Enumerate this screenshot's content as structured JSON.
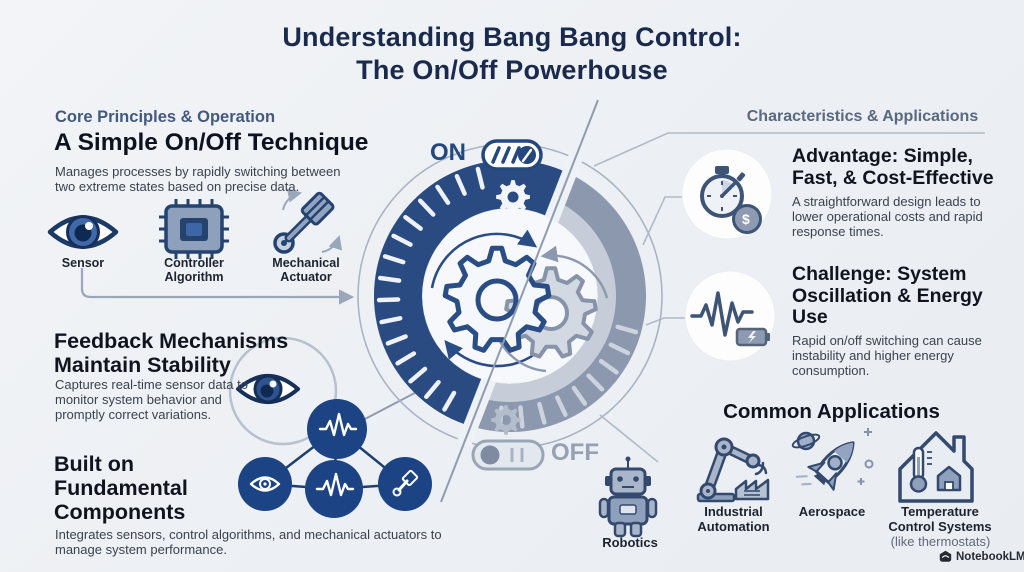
{
  "title": {
    "line1": "Understanding Bang Bang Control:",
    "line2": "The On/Off Powerhouse"
  },
  "left": {
    "section_header": "Core Principles & Operation",
    "simple": {
      "heading": "A Simple On/Off Technique",
      "body": "Manages processes by rapidly switching between two extreme states based on precise data."
    },
    "components": [
      {
        "label": "Sensor",
        "icon": "eye-icon"
      },
      {
        "label": "Controller Algorithm",
        "icon": "chip-icon"
      },
      {
        "label": "Mechanical Actuator",
        "icon": "piston-icon"
      }
    ],
    "feedback": {
      "heading": "Feedback Mechanisms Maintain Stability",
      "body": "Captures real-time sensor data to monitor system behavior and promptly correct variations."
    },
    "fundamental": {
      "heading": "Built on Fundamental Components",
      "body": "Integrates sensors, control algorithms, and mechanical actuators to manage system performance."
    }
  },
  "center": {
    "on_label": "ON",
    "off_label": "OFF"
  },
  "right": {
    "section_header": "Characteristics & Applications",
    "advantage": {
      "heading": "Advantage: Simple, Fast, & Cost-Effective",
      "body": "A straightforward design leads to lower operational costs and rapid response times.",
      "coin_symbol": "$"
    },
    "challenge": {
      "heading": "Challenge: System Oscillation & Energy Use",
      "body": "Rapid on/off switching can cause instability and higher energy consumption."
    },
    "applications": {
      "heading": "Common Applications",
      "items": [
        {
          "label": "Robotics",
          "icon": "robot-icon"
        },
        {
          "label": "Industrial Automation",
          "icon": "robot-arm-icon"
        },
        {
          "label": "Aerospace",
          "icon": "rocket-icon"
        },
        {
          "label": "Temperature Control Systems",
          "sublabel": "(like thermostats)",
          "icon": "thermostat-house-icon"
        }
      ]
    }
  },
  "footer": {
    "brand": "NotebookLM"
  },
  "palette": {
    "background": "#edf0f4",
    "navy": "#24477e",
    "ring_navy": "#294b82",
    "steel": "#8b98ae",
    "heading": "#0f141f",
    "body_text": "#39424e",
    "section_header": "#44597e"
  }
}
